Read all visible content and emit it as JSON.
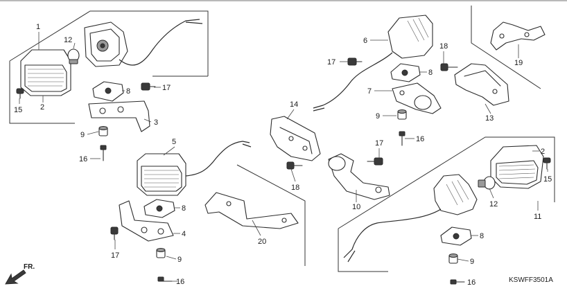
{
  "diagram": {
    "callouts": {
      "p1": "1",
      "p2a": "2",
      "p2b": "2",
      "p3": "3",
      "p4": "4",
      "p5": "5",
      "p6": "6",
      "p7": "7",
      "p8a": "8",
      "p8b": "8",
      "p8c": "8",
      "p8d": "8",
      "p9a": "9",
      "p9b": "9",
      "p9c": "9",
      "p9d": "9",
      "p10": "10",
      "p11": "11",
      "p12a": "12",
      "p12b": "12",
      "p13": "13",
      "p14": "14",
      "p15a": "15",
      "p15b": "15",
      "p16a": "16",
      "p16b": "16",
      "p16c": "16",
      "p16d": "16",
      "p17a": "17",
      "p17b": "17",
      "p17c": "17",
      "p17d": "17",
      "p18a": "18",
      "p18b": "18",
      "p19": "19",
      "p20": "20"
    },
    "direction_label": "FR.",
    "diagram_code": "KSWFF3501A"
  }
}
